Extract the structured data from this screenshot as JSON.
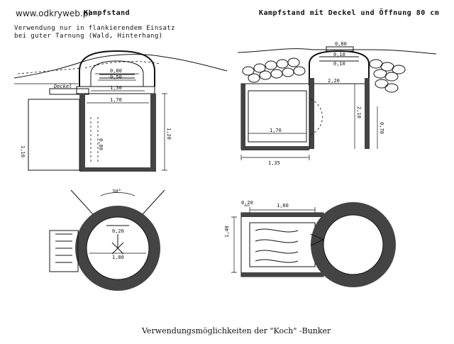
{
  "header": {
    "watermark": "www.odkryweb.pl",
    "left_title": "Kampfstand",
    "left_note_1": "Verwendung nur in flankierendem Einsatz",
    "left_note_2": "bei guter Tarnung (Wald, Hinterhang)",
    "right_title": "Kampfstand mit Deckel und Öffnung 80 cm"
  },
  "left_section": {
    "deckel_label": "Deckel",
    "dims": [
      "0,80",
      "0,50",
      "1,30",
      "1,70",
      "1,20",
      "0,80",
      "1,10"
    ]
  },
  "right_section": {
    "dims": [
      "0,80",
      "0,10",
      "0,10",
      "2,20",
      "1,70",
      "1,35",
      "2,10",
      "0,70"
    ]
  },
  "left_plan": {
    "dims": [
      "30°",
      "0,20",
      "1,80"
    ]
  },
  "right_plan": {
    "dims": [
      "0,20",
      "1,60",
      "1,40"
    ]
  },
  "caption": "Verwendungsmöglichkeiten der \"Koch\" -Bunker"
}
